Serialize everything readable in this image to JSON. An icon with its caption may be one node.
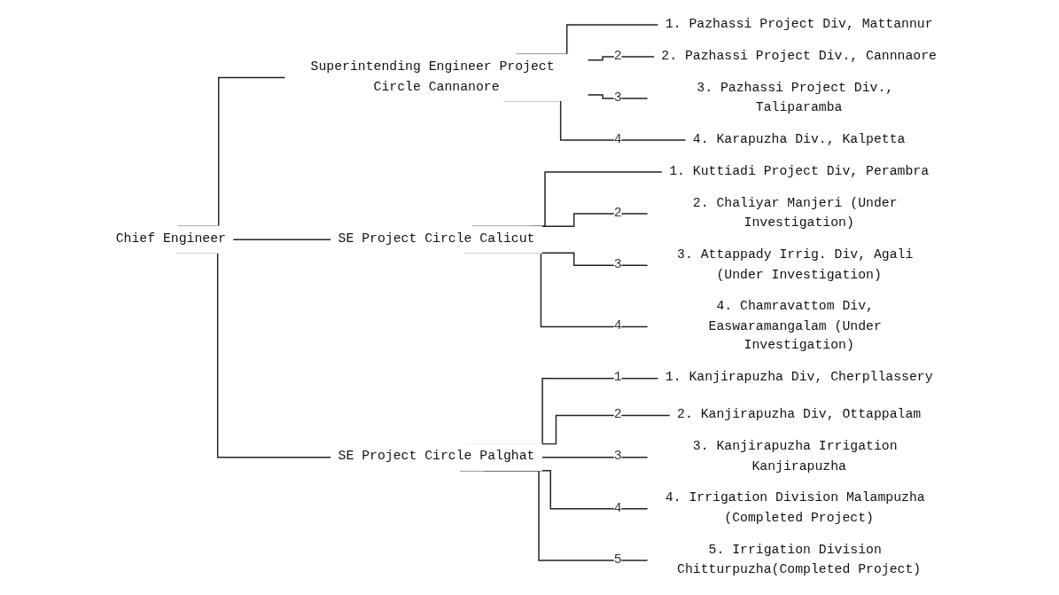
{
  "diagram": {
    "nodes": [
      {
        "text": [
          "Chief Engineer"
        ]
      },
      {
        "text": [
          "Superintending Engineer Project Circle Cannanore"
        ]
      },
      {
        "text": [
          "SE Project Circle Calicut"
        ]
      },
      {
        "text": [
          "SE Project Circle Palghat"
        ]
      },
      {
        "text": [
          "1. Pazhassi Project Div, Mattannur"
        ]
      },
      {
        "text": [
          "2. Pazhassi Project Div., Cannnaore"
        ]
      },
      {
        "text": [
          "3. Pazhassi Project Div., Taliparamba"
        ]
      },
      {
        "text": [
          "4. Karapuzha Div., Kalpetta"
        ]
      },
      {
        "text": [
          "1. Kuttiadi Project Div, Perambra"
        ]
      },
      {
        "text": [
          "2. Chaliyar Manjeri (Under Investigation)"
        ]
      },
      {
        "text": [
          "3. Attappady Irrig. Div, Agali (Under Investigation)"
        ]
      },
      {
        "text": [
          "4. Chamravattom Div, Easwaramangalam (Under Investigation)"
        ]
      },
      {
        "text": [
          "1. Kanjirapuzha Div, Cherpllassery"
        ]
      },
      {
        "text": [
          "2. Kanjirapuzha Div, Ottappalam"
        ]
      },
      {
        "text": [
          "3. Kanjirapuzha Irrigation Kanjirapuzha"
        ]
      },
      {
        "text": [
          "4. Irrigation Division Malampuzha (Completed Project)"
        ]
      },
      {
        "text": [
          "5. Irrigation Division Chitturpuzha(Completed Project)"
        ]
      }
    ],
    "edges": [
      {
        "from": 0,
        "to": 1,
        "arrow": "none"
      },
      {
        "from": 0,
        "to": 2,
        "arrow": "none"
      },
      {
        "from": 0,
        "to": 3,
        "arrow": "none"
      },
      {
        "from": 1,
        "to": 4,
        "arrow": "none"
      },
      {
        "from": 1,
        "to": 5,
        "arrow": "none",
        "label": "2"
      },
      {
        "from": 1,
        "to": 6,
        "arrow": "none",
        "label": "3"
      },
      {
        "from": 1,
        "to": 7,
        "arrow": "none",
        "label": "4"
      },
      {
        "from": 2,
        "to": 8,
        "arrow": "none"
      },
      {
        "from": 2,
        "to": 9,
        "arrow": "none",
        "label": "2"
      },
      {
        "from": 2,
        "to": 10,
        "arrow": "none",
        "label": "3"
      },
      {
        "from": 2,
        "to": 11,
        "arrow": "none",
        "label": "4"
      },
      {
        "from": 3,
        "to": 12,
        "arrow": "none",
        "label": "1"
      },
      {
        "from": 3,
        "to": 13,
        "arrow": "none",
        "label": "2"
      },
      {
        "from": 3,
        "to": 14,
        "arrow": "none",
        "label": "3"
      },
      {
        "from": 3,
        "to": 15,
        "arrow": "none",
        "label": "4"
      },
      {
        "from": 3,
        "to": 16,
        "arrow": "none",
        "label": "5"
      }
    ]
  }
}
